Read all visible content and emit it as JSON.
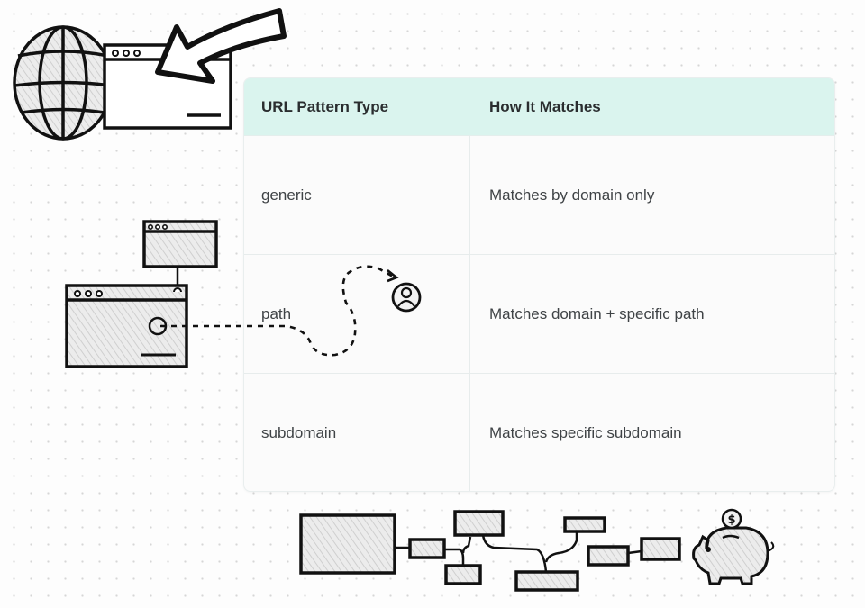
{
  "table": {
    "headers": [
      "URL Pattern Type",
      "How It Matches"
    ],
    "rows": [
      {
        "type": "generic",
        "match": "Matches by domain only"
      },
      {
        "type": "path",
        "match": "Matches domain + specific path"
      },
      {
        "type": "subdomain",
        "match": "Matches specific subdomain"
      }
    ]
  },
  "colors": {
    "header_bg": "#daf4ee",
    "ink": "#111111",
    "sketch_fill": "#e6e6e6"
  },
  "illustrations": {
    "top_left": [
      "globe-icon",
      "browser-window-icon",
      "arrow-icon"
    ],
    "middle_left": [
      "browser-window-icon",
      "browser-window-icon",
      "dashed-path",
      "user-icon"
    ],
    "bottom": [
      "flowchart-boxes",
      "piggy-bank-icon",
      "dollar-coin-icon"
    ]
  }
}
